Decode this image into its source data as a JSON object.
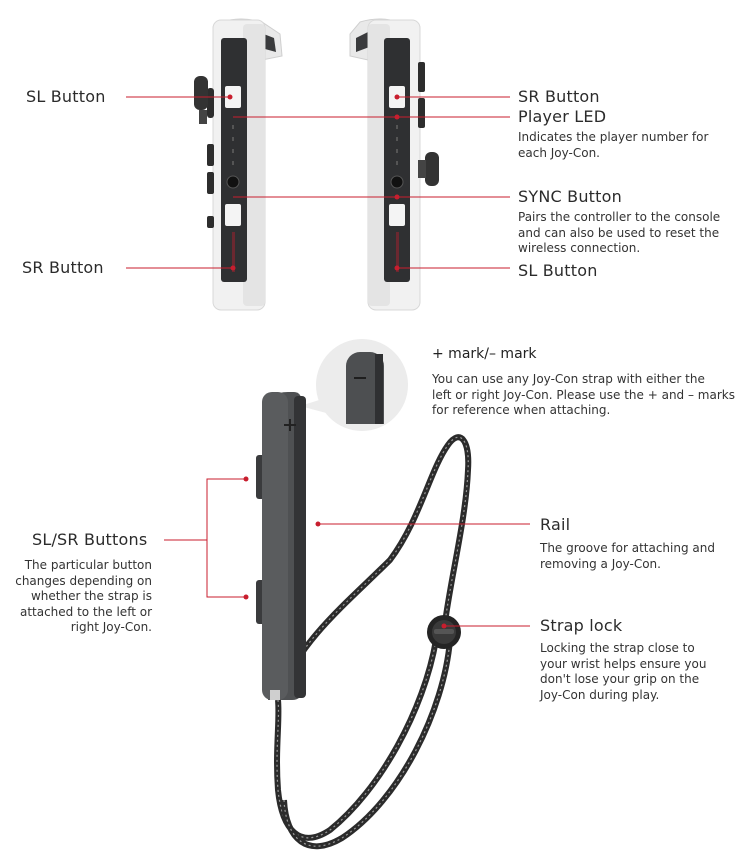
{
  "colors": {
    "leader": "#c81e2e",
    "joycon_body": "#505254",
    "joycon_rail": "#2e2f31",
    "shell_white": "#f2f2f2",
    "strap": "#2a2a2a"
  },
  "top": {
    "left": {
      "sl_button": "SL Button",
      "sr_button": "SR Button"
    },
    "right": {
      "sr_button": "SR Button",
      "player_led": {
        "label": "Player LED",
        "desc": [
          "Indicates the player number for",
          "each Joy-Con."
        ]
      },
      "sync_button": {
        "label": "SYNC Button",
        "desc": [
          "Pairs the controller to the console",
          "and can also be used to reset the",
          "wireless connection."
        ]
      },
      "sl_button": "SL Button"
    }
  },
  "bottom": {
    "mark": {
      "label": "+ mark/– mark",
      "desc": [
        "You can use any Joy-Con strap with either the",
        "left or right Joy-Con. Please use the + and – marks",
        "for reference when attaching."
      ]
    },
    "slsr": {
      "label": "SL/SR Buttons",
      "desc": [
        "The particular button",
        "changes depending on",
        "whether the strap is",
        "attached to the left or",
        "right Joy-Con."
      ]
    },
    "rail": {
      "label": "Rail",
      "desc": [
        "The groove for attaching and",
        "removing a Joy-Con."
      ]
    },
    "strap_lock": {
      "label": "Strap lock",
      "desc": [
        "Locking the strap close to",
        "your wrist helps ensure you",
        "don't lose your grip on the",
        "Joy-Con during play."
      ]
    }
  }
}
